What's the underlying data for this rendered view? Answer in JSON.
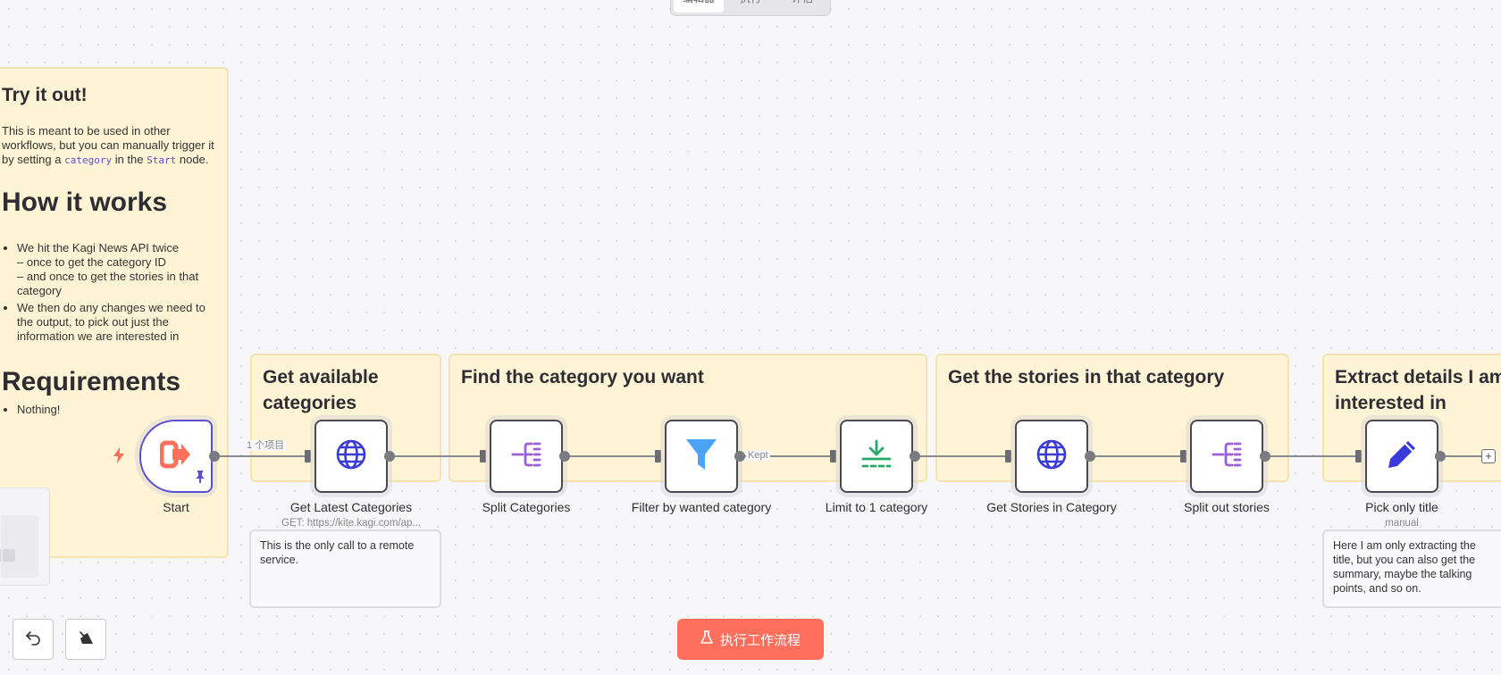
{
  "top_tabs": [
    {
      "label": "编辑器"
    },
    {
      "label": "执行"
    },
    {
      "label": "评估"
    }
  ],
  "left_note": {
    "title": "Try it out!",
    "intro_1": "This is meant to be used in other workflows, but you can manually trigger it by setting a ",
    "intro_code_1": "category",
    "intro_2": " in the ",
    "intro_code_2": "Start",
    "intro_3": " node.",
    "how_heading": "How it works",
    "how_items": [
      "We hit the Kagi News API twice\n– once to get the category ID\n– and once to get the stories in that category",
      "We then do any changes we need to the output, to pick out just the information we are interested in"
    ],
    "req_heading": "Requirements",
    "req_items": [
      "Nothing!"
    ]
  },
  "groups": [
    {
      "title": "Get available categories"
    },
    {
      "title": "Find the category you want"
    },
    {
      "title": "Get the stories in that category"
    },
    {
      "title": "Extract details I am interested in"
    }
  ],
  "nodes": [
    {
      "label": "Start",
      "icon": "exit-arrow-icon"
    },
    {
      "label": "Get Latest Categories",
      "sub": "GET: https://kite.kagi.com/ap...",
      "icon": "globe-icon"
    },
    {
      "label": "Split Categories",
      "icon": "split-icon"
    },
    {
      "label": "Filter by wanted category",
      "icon": "filter-icon"
    },
    {
      "label": "Limit to 1 category",
      "icon": "limit-icon"
    },
    {
      "label": "Get Stories in Category",
      "icon": "globe-icon"
    },
    {
      "label": "Split out stories",
      "icon": "split-icon"
    },
    {
      "label": "Pick only title",
      "sub": "manual",
      "icon": "pencil-icon"
    }
  ],
  "wire_labels": {
    "start_to_get": "1 个项目",
    "filter_kept": "Kept"
  },
  "descriptions": {
    "get_categories": "This is the only call to a remote service.",
    "pick_title": "Here I am only extracting the title, but you can also get the summary, maybe the talking points, and so on."
  },
  "run_button": {
    "label": "执行工作流程"
  },
  "colors": {
    "accent": "#ff6f5c",
    "sticky_bg": "#fff5d6",
    "globe": "#3a3ad8",
    "split": "#9b5fd6",
    "filter": "#4aa3f5",
    "limit": "#2aaa6a",
    "pencil": "#3a3ad8"
  }
}
